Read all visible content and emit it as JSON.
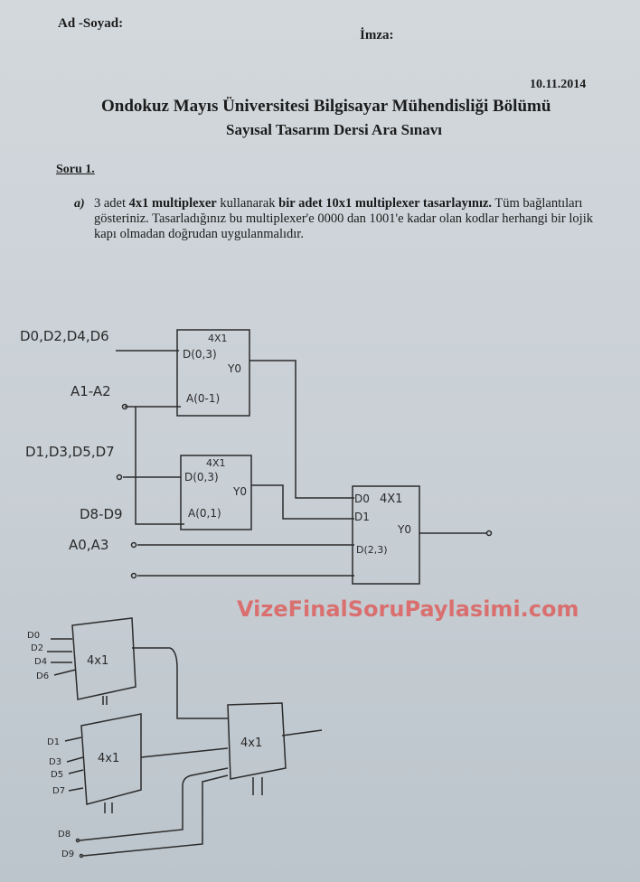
{
  "header": {
    "name_label": "Ad -Soyad:",
    "signature_label": "İmza:",
    "date": "10.11.2014",
    "university_title": "Ondokuz Mayıs Üniversitesi Bilgisayar Mühendisliği Bölümü",
    "exam_title": "Sayısal Tasarım Dersi Ara Sınavı"
  },
  "question": {
    "heading": "Soru 1.",
    "part_label": "a)",
    "text_1": "3 adet ",
    "bold_1": "4x1 multiplexer",
    "text_2": " kullanarak ",
    "bold_2": "bir adet 10x1 multiplexer tasarlayınız.",
    "text_3": " Tüm bağlantıları gösteriniz. Tasarladığınız bu multiplexer'e 0000 dan 1001'e kadar olan kodlar herhangi bir lojik kapı olmadan doğrudan uygulanmalıdır."
  },
  "diagram1": {
    "inputs": [
      "D0,D2,D4,D6",
      "A1-A2",
      "D1,D3,D5,D7",
      "D8-D9",
      "A0,A3"
    ],
    "mux_top": {
      "name": "4X1",
      "data": "D(0,3)",
      "sel": "A(0-1)",
      "out": "Y0"
    },
    "mux_mid": {
      "name": "4X1",
      "data": "D(0,3)",
      "sel": "A(0,1)",
      "out": "Y0"
    },
    "mux_out": {
      "name": "4X1",
      "d0": "D0",
      "d1": "D1",
      "d23": "D(2,3)",
      "out": "Y0"
    }
  },
  "diagram2": {
    "mux_label": "4x1",
    "top_inputs": [
      "D0",
      "D2",
      "D4",
      "D6"
    ],
    "mid_inputs": [
      "D1",
      "D3",
      "D5",
      "D7"
    ],
    "extra_inputs": [
      "D8",
      "D9"
    ]
  },
  "watermark": "VizeFinalSoruPaylasimi.com"
}
